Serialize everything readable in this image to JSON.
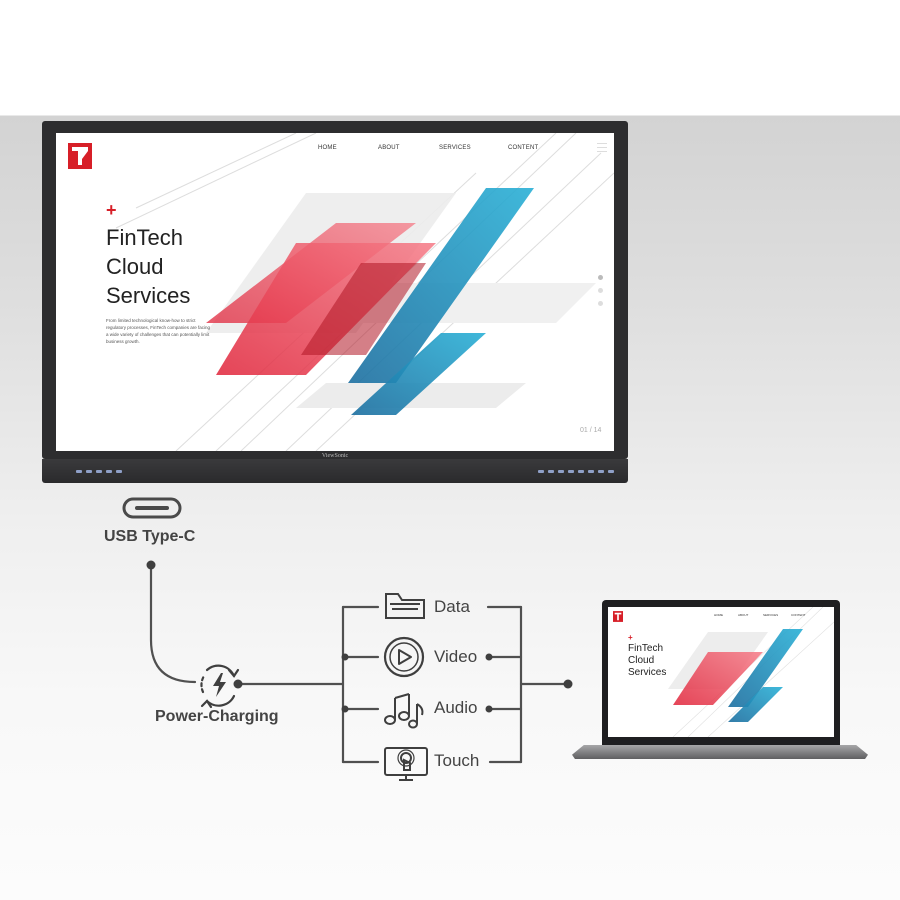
{
  "display": {
    "brand": "ViewSonic",
    "site": {
      "nav": [
        "HOME",
        "ABOUT",
        "SERVICES",
        "CONTENT"
      ],
      "headline": "FinTech\nCloud\nServices",
      "body": "From limited technological know-how to strict regulatory processes, FinTech companies are facing a wide variety of challenges that can potentially limit business growth.",
      "pager": "01 / 14",
      "accent": "#d71f28"
    }
  },
  "connector": {
    "label": "USB Type-C"
  },
  "charging": {
    "label": "Power-Charging"
  },
  "features": [
    {
      "label": "Data",
      "icon": "folder-icon"
    },
    {
      "label": "Video",
      "icon": "play-icon"
    },
    {
      "label": "Audio",
      "icon": "music-note-icon"
    },
    {
      "label": "Touch",
      "icon": "touch-screen-icon"
    }
  ],
  "laptop": {
    "site": {
      "nav": [
        "HOME",
        "ABOUT",
        "SERVICES",
        "CONTENT"
      ],
      "headline": "FinTech\nCloud\nServices"
    }
  }
}
